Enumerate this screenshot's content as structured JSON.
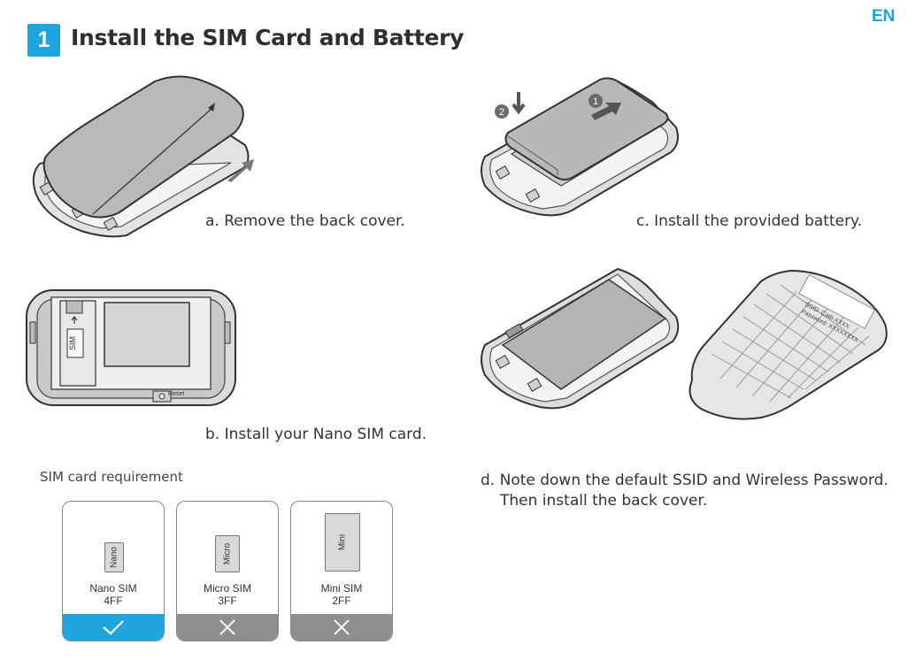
{
  "header": {
    "language": "EN",
    "step_number": "1",
    "title": "Install the SIM Card and Battery"
  },
  "steps": {
    "a": "a. Remove the back cover.",
    "b": "b. Install your Nano SIM card.",
    "c": "c. Install the provided battery.",
    "d_line1": "d. Note down the default SSID and Wireless Password.",
    "d_line2": "Then install the back cover."
  },
  "illustration_labels": {
    "sim_slot": "SIM",
    "reset": "Reset",
    "callout_1": "1",
    "callout_2": "2",
    "ssid": "SSID: Cat6-XXXX",
    "password": "Password: XXXXXXXX"
  },
  "sim_requirement": {
    "heading": "SIM card requirement",
    "cards": [
      {
        "chip": "Nano",
        "name": "Nano SIM",
        "form_factor": "4FF",
        "status": "supported",
        "status_icon": "check-icon"
      },
      {
        "chip": "Micro",
        "name": "Micro SIM",
        "form_factor": "3FF",
        "status": "unsupported",
        "status_icon": "cross-icon"
      },
      {
        "chip": "Mini",
        "name": "Mini SIM",
        "form_factor": "2FF",
        "status": "unsupported",
        "status_icon": "cross-icon"
      }
    ]
  },
  "colors": {
    "accent": "#1fa5de",
    "unsupported": "#8e8e8e"
  }
}
